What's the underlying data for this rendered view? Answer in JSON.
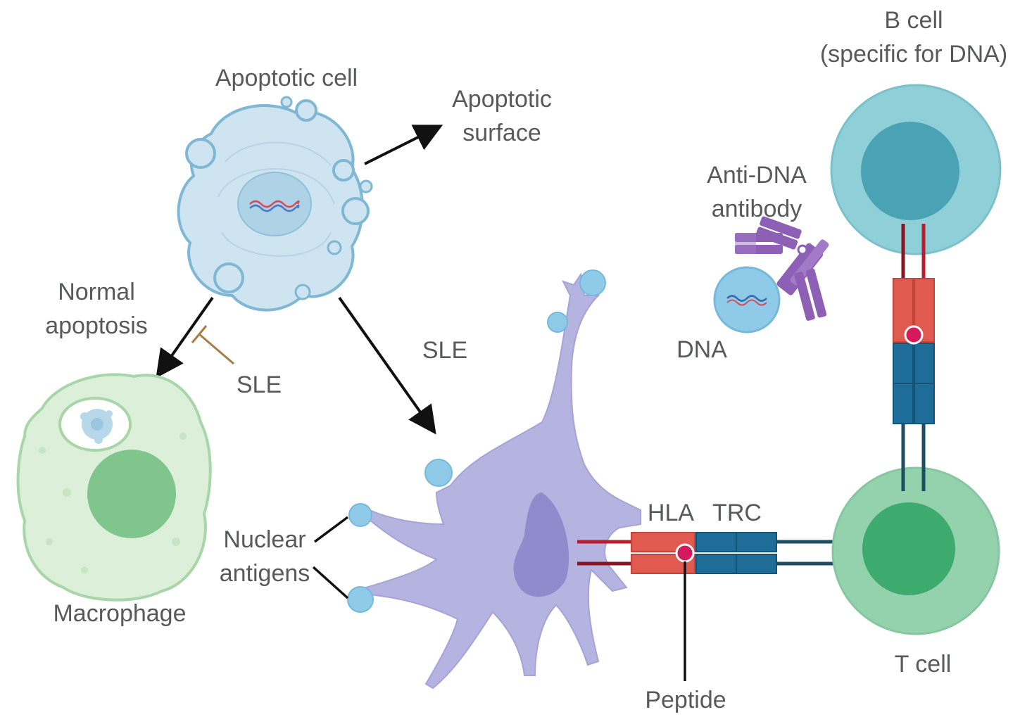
{
  "labels": {
    "apoptotic_cell": "Apoptotic cell",
    "apoptotic_surface_line1": "Apoptotic",
    "apoptotic_surface_line2": "surface",
    "normal_apoptosis_line1": "Normal",
    "normal_apoptosis_line2": "apoptosis",
    "sle_inhibit": "SLE",
    "sle_center": "SLE",
    "macrophage": "Macrophage",
    "nuclear_antigens_line1": "Nuclear",
    "nuclear_antigens_line2": "antigens",
    "hla": "HLA",
    "trc": "TRC",
    "peptide": "Peptide",
    "b_cell_line1": "B cell",
    "b_cell_line2": "(specific for DNA)",
    "anti_dna_antibody_line1": "Anti-DNA",
    "anti_dna_antibody_line2": "antibody",
    "dna": "DNA",
    "t_cell": "T cell"
  },
  "colors": {
    "apoptotic_cell_fill": "#cfe4f1",
    "apoptotic_cell_outline": "#7fb7d4",
    "macrophage_fill": "#dcefd9",
    "macrophage_nucleus": "#7fc58c",
    "dendritic_cell_fill": "#b5b3e0",
    "dendritic_nucleus": "#8f8bcc",
    "b_cell_outer": "#8fd0d8",
    "b_cell_inner": "#4aa3b5",
    "t_cell_outer": "#94d1ad",
    "t_cell_inner": "#3daa6e",
    "hla_red": "#e05a4f",
    "trc_blue": "#1e6d98",
    "antibody_purple": "#8d60b5",
    "peptide_pink": "#d51a5b",
    "antigen_blue": "#8fcbe8",
    "arrow": "#111111",
    "inhibit_line": "#a97c45"
  }
}
